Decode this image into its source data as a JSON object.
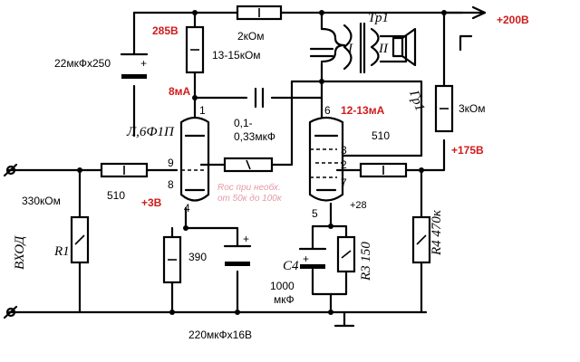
{
  "labels": {
    "v_supply": "+200В",
    "v_285": "285В",
    "r_top": "2кОм",
    "r_drop": "13-15кОм",
    "c_filter": "22мкФх250",
    "i_tube1": "8мА",
    "c_coupling": "0,1-\n0,33мкФ",
    "tube_name": "Л,6Ф1П",
    "pin1": "1",
    "pin6": "6",
    "i_tube2": "12-13мА",
    "pin3": "3",
    "pin2": "2",
    "pin7": "7",
    "pin9": "9",
    "pin8": "8",
    "pin4": "4",
    "pin5": "5",
    "r_screen": "510",
    "v_175": "+175В",
    "r_3k": "3кОм",
    "r_grid": "510",
    "r_in": "330кОм",
    "r1": "R1",
    "v_3": "+3В",
    "r_cathode1": "390",
    "c_cathode1": "220мкФх16В",
    "r4": "R4 470к",
    "r3": "R3 150",
    "c4": "C4",
    "c4_value": "1000\nмкФ",
    "v_28": "+28",
    "note_roc": "Roc при необх.\nот 50к до 100к",
    "input_label": "ВХОД",
    "tr1": "Тр1",
    "gr1": "Гр1",
    "coil1": "I",
    "coil2": "II"
  },
  "colors": {
    "wire": "#000000",
    "voltage_note": "#d11b1b",
    "feedback_note": "#e39aa6"
  }
}
